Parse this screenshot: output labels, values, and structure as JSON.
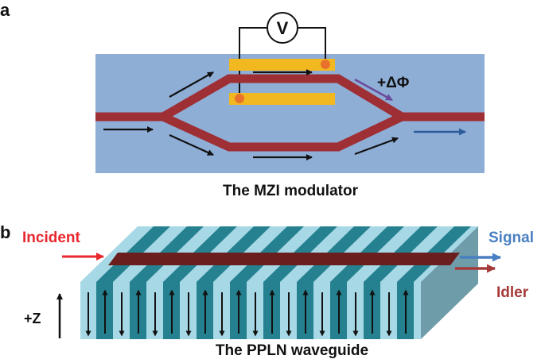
{
  "panel_a": {
    "letter": "a",
    "caption": "The MZI modulator",
    "voltmeter_label": "V",
    "phase_label": "+ΔΦ"
  },
  "panel_b": {
    "letter": "b",
    "caption": "The PPLN waveguide",
    "incident_label": "Incident",
    "signal_label": "Signal",
    "idler_label": "Idler",
    "z_axis_label": "+Z"
  },
  "colors": {
    "substrate_blue": "#8FAED6",
    "waveguide_red": "#9E2F34",
    "electrode_gold": "#F2B820",
    "contact_orange": "#E8722C",
    "ppln_light": "#A6D8E6",
    "ppln_dark": "#25808F",
    "incident_red": "#E8282E",
    "signal_blue": "#4A7FC1",
    "idler_red": "#A53A3A",
    "phase_arrow_purple": "#6A4C9C",
    "output_arrow_blue": "#2E5C9A"
  }
}
